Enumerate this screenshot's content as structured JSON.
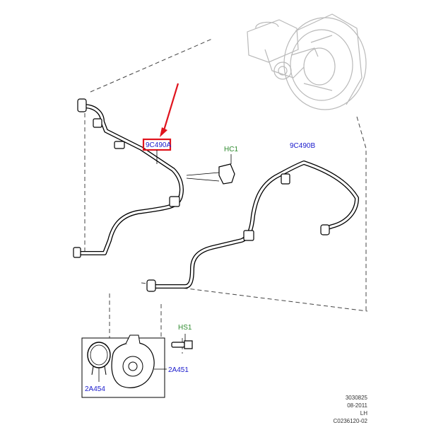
{
  "callouts": {
    "hose_a": "9C490A",
    "hose_b": "9C490B",
    "clip": "HC1",
    "screw": "HS1",
    "pump": "2A451",
    "seal": "2A454"
  },
  "footer": {
    "number": "3030825",
    "date": "08-2011",
    "side": "LH",
    "code": "C0236120-02"
  },
  "colors": {
    "part_label": "#1a1acc",
    "fixing_label": "#2e8b2e",
    "highlight_box": "#e0141e",
    "arrow": "#e0141e"
  }
}
